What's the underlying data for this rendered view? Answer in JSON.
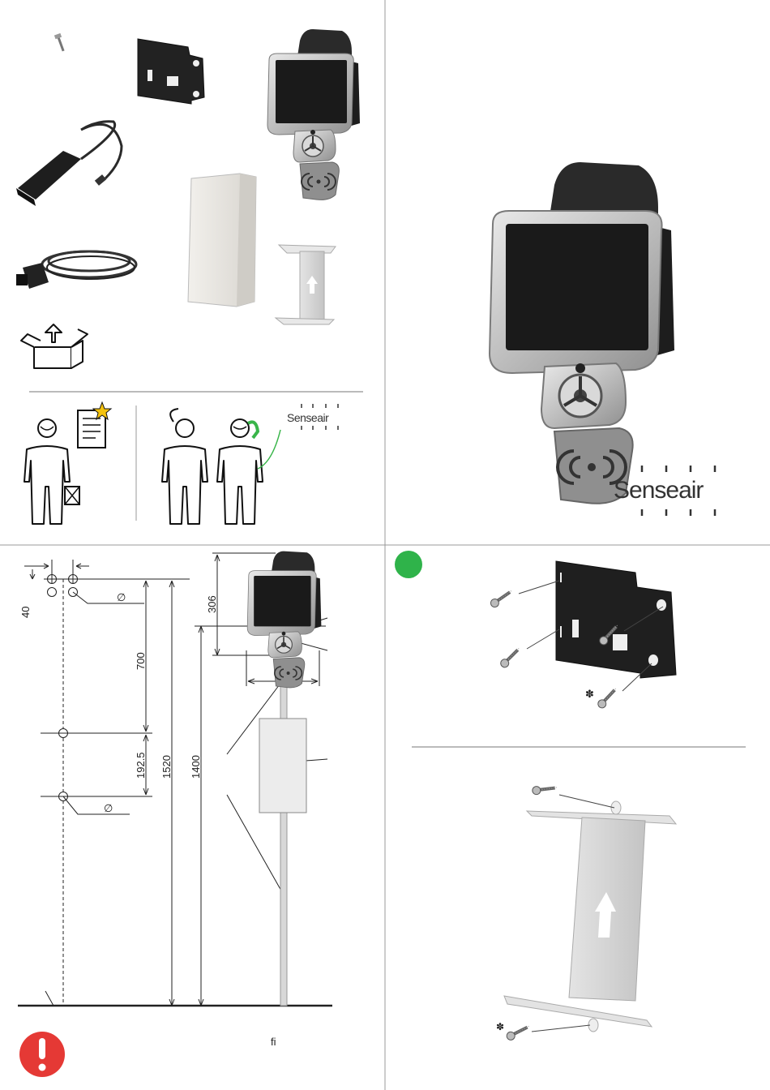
{
  "brand": {
    "logo_text": "Senseair",
    "logo_text_small": "Senseair"
  },
  "dimensions": {
    "d40": "40",
    "d306": "306",
    "d700": "700",
    "d192": "192.5",
    "d1520": "1520",
    "d1400": "1400",
    "diameter_1": "∅",
    "diameter_2": "∅",
    "note_fi": "fi"
  },
  "colors": {
    "step_green": "#2fb34a",
    "warning_red": "#e53935",
    "tick_green": "#39b54a"
  },
  "icons": [
    "screw-icon",
    "wall-bracket-icon",
    "device-icon",
    "power-adapter-icon",
    "power-cable-icon",
    "cover-box-icon",
    "mounting-plate-icon",
    "unpack-box-icon",
    "manual-icon",
    "star-icon",
    "confused-person-icon",
    "phone-person-icon",
    "warning-icon",
    "step-indicator-icon"
  ]
}
